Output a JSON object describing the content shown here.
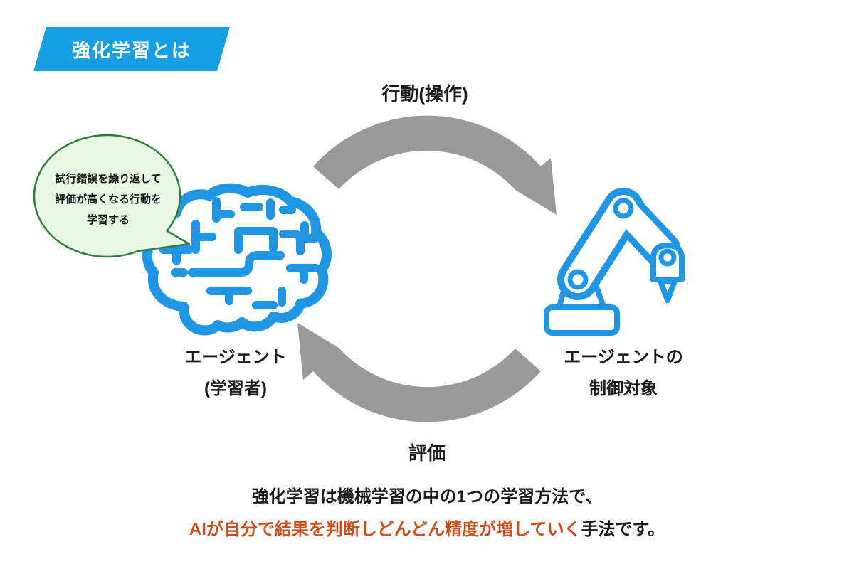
{
  "banner": {
    "label": "強化学習とは",
    "bg_color": "#189FE3",
    "text_color": "#FFFFFF"
  },
  "bubble": {
    "lines": [
      "試行錯誤を繰り返して",
      "評価が高くなる行動を",
      "学習する"
    ],
    "fill_color": "#E9F8E4",
    "border_color": "#2E7D3C"
  },
  "cycle": {
    "action_label": "行動(操作)",
    "evaluation_label": "評価",
    "arrow_color": "#999999"
  },
  "agent": {
    "name_line1": "エージェント",
    "name_line2": "(学習者)",
    "icon": "brain-icon",
    "icon_color": "#1E96E4"
  },
  "control_target": {
    "name_line1": "エージェントの",
    "name_line2": "制御対象",
    "icon": "robot-arm-icon",
    "icon_color": "#1E96E4"
  },
  "footer": {
    "line1": "強化学習は機械学習の中の1つの学習方法で、",
    "line2_highlight": "AIが自分で結果を判断しどんどん精度が増していく",
    "line2_rest": "手法です。",
    "highlight_color": "#C8501F",
    "text_color": "#1A1A1A"
  }
}
